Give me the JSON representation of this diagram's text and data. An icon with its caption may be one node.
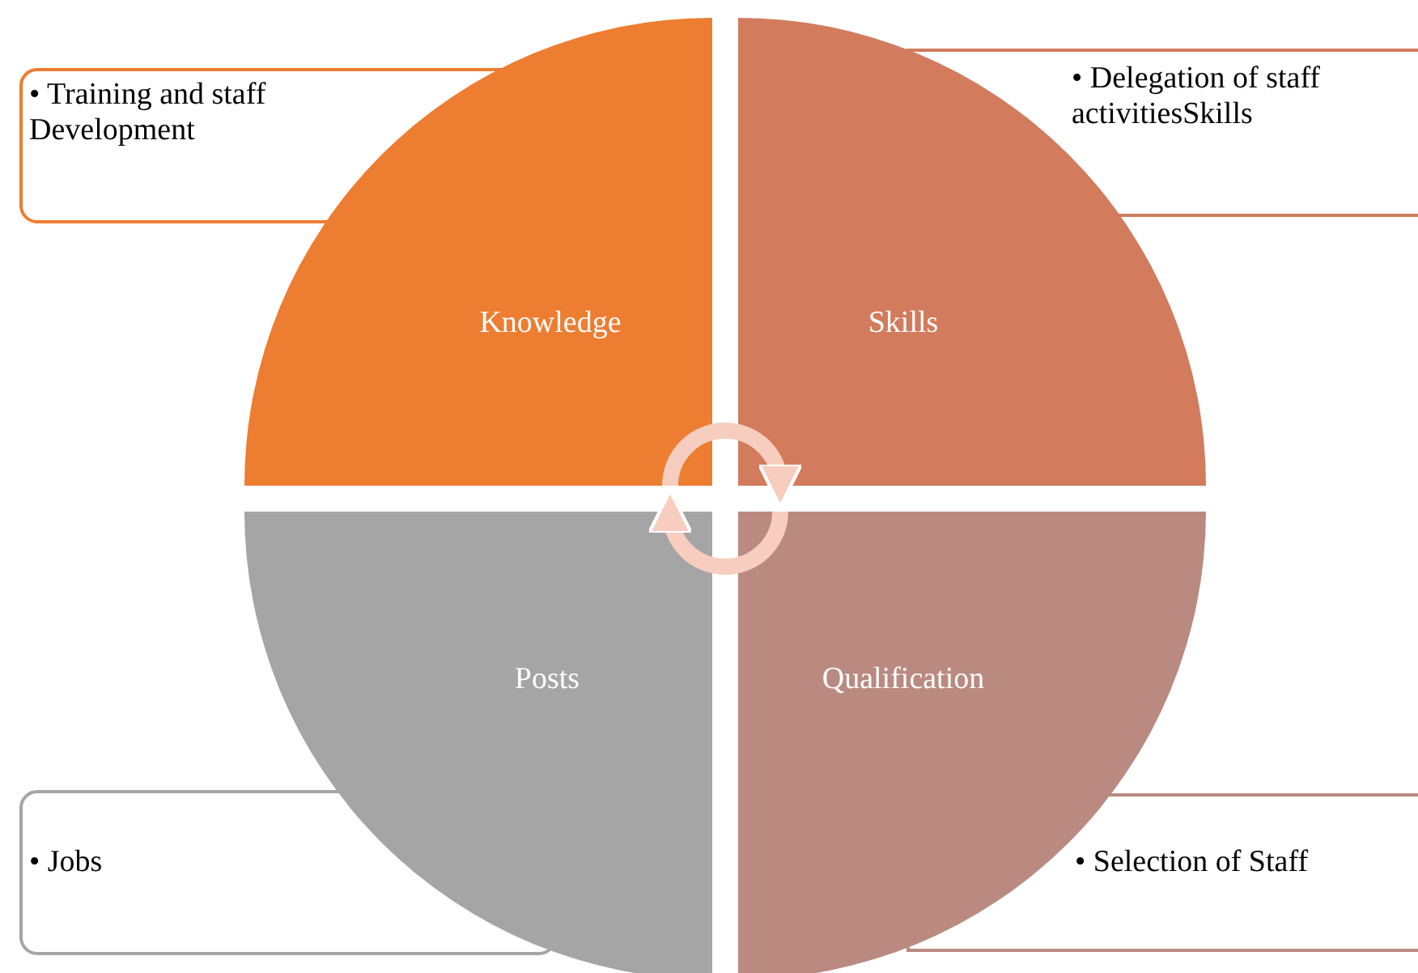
{
  "diagram": {
    "nodes": [
      {
        "text": [
          "• Training and staff Development"
        ]
      },
      {
        "text": [
          "• Delegation of staff activitiesSkills"
        ]
      },
      {
        "text": [
          "Knowledge"
        ]
      },
      {
        "text": [
          "Skills"
        ]
      },
      {
        "text": [
          "Posts"
        ]
      },
      {
        "text": [
          "Qualification"
        ]
      },
      {
        "text": [
          "• Jobs"
        ]
      },
      {
        "text": [
          "• Selection of Staff"
        ]
      }
    ],
    "edges": [
      {
        "from": 2,
        "to": 3,
        "arrow": "to"
      },
      {
        "from": 5,
        "to": 4,
        "arrow": "to"
      }
    ]
  }
}
